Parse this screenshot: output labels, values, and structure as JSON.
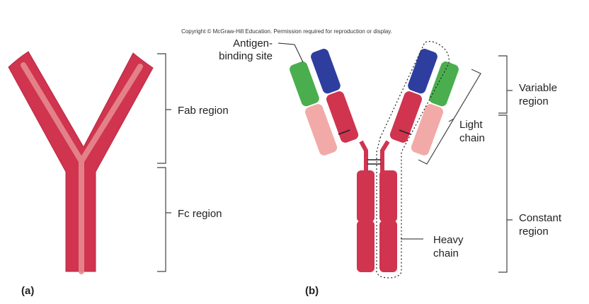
{
  "copyright": "Copyright © McGraw-Hill Education. Permission required for reproduction or display.",
  "panel_a": {
    "label": "(a)",
    "fab_region": "Fab region",
    "fc_region": "Fc region"
  },
  "panel_b": {
    "label": "(b)",
    "antigen_line1": "Antigen-",
    "antigen_line2": "binding site",
    "light_line1": "Light",
    "light_line2": "chain",
    "heavy_line1": "Heavy",
    "heavy_line2": "chain",
    "variable_line1": "Variable",
    "variable_line2": "region",
    "constant_line1": "Constant",
    "constant_line2": "region"
  },
  "colors": {
    "heavy": "#d0344f",
    "heavy_inner": "#e58a8e",
    "variable_heavy": "#2e3e9e",
    "variable_light": "#4aae4e",
    "light_constant": "#f2aaa8"
  }
}
